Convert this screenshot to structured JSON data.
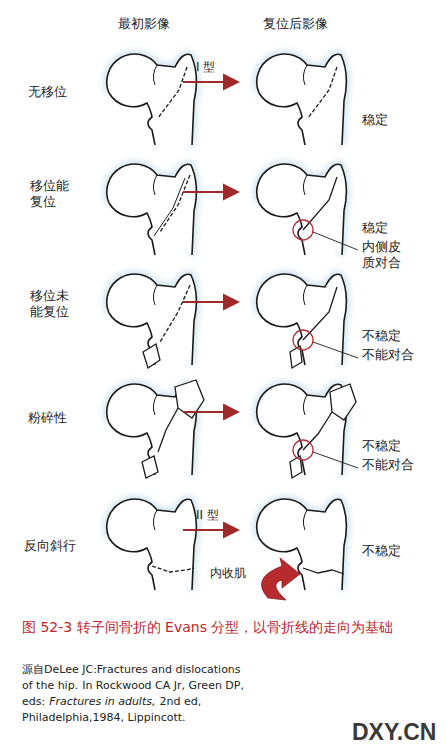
{
  "diagram": {
    "caption": "图 52-3 转子间骨折的 Evans 分型，以骨折线的走向为基础",
    "labels": [
      "最初影像",
      "复位后影像",
      "无移位",
      "I 型",
      "稳定",
      "移位能复位",
      "稳定",
      "内侧皮质对合",
      "移位未能复位",
      "不稳定",
      "不能对合",
      "粉碎性",
      "不稳定",
      "不能对合",
      "反向斜行",
      "II 型",
      "内收肌",
      "不稳定",
      "源自DeLee JC:Fractures and dislocations of the hip.",
      "In Rockwood CA Jr, Green DP, eds:",
      "Fractures in adults,",
      "2nd ed, Philadelphia,1984, Lippincott.",
      "DXY.CN"
    ]
  }
}
